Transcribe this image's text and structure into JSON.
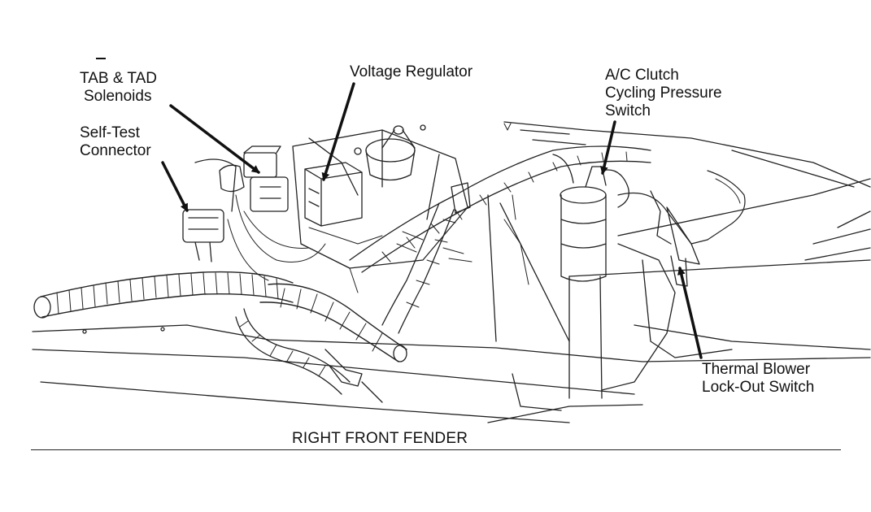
{
  "labels": {
    "tab_tad": [
      "TAB & TAD",
      "Solenoids"
    ],
    "voltage_regulator": "Voltage Regulator",
    "self_test": [
      "Self-Test",
      "Connector"
    ],
    "ac_clutch": [
      "A/C Clutch",
      "Cycling Pressure",
      "Switch"
    ],
    "thermal_blower": [
      "Thermal Blower",
      "Lock-Out Switch"
    ]
  },
  "caption": "RIGHT FRONT FENDER",
  "colors": {
    "ink": "#111111",
    "paper": "#ffffff"
  }
}
